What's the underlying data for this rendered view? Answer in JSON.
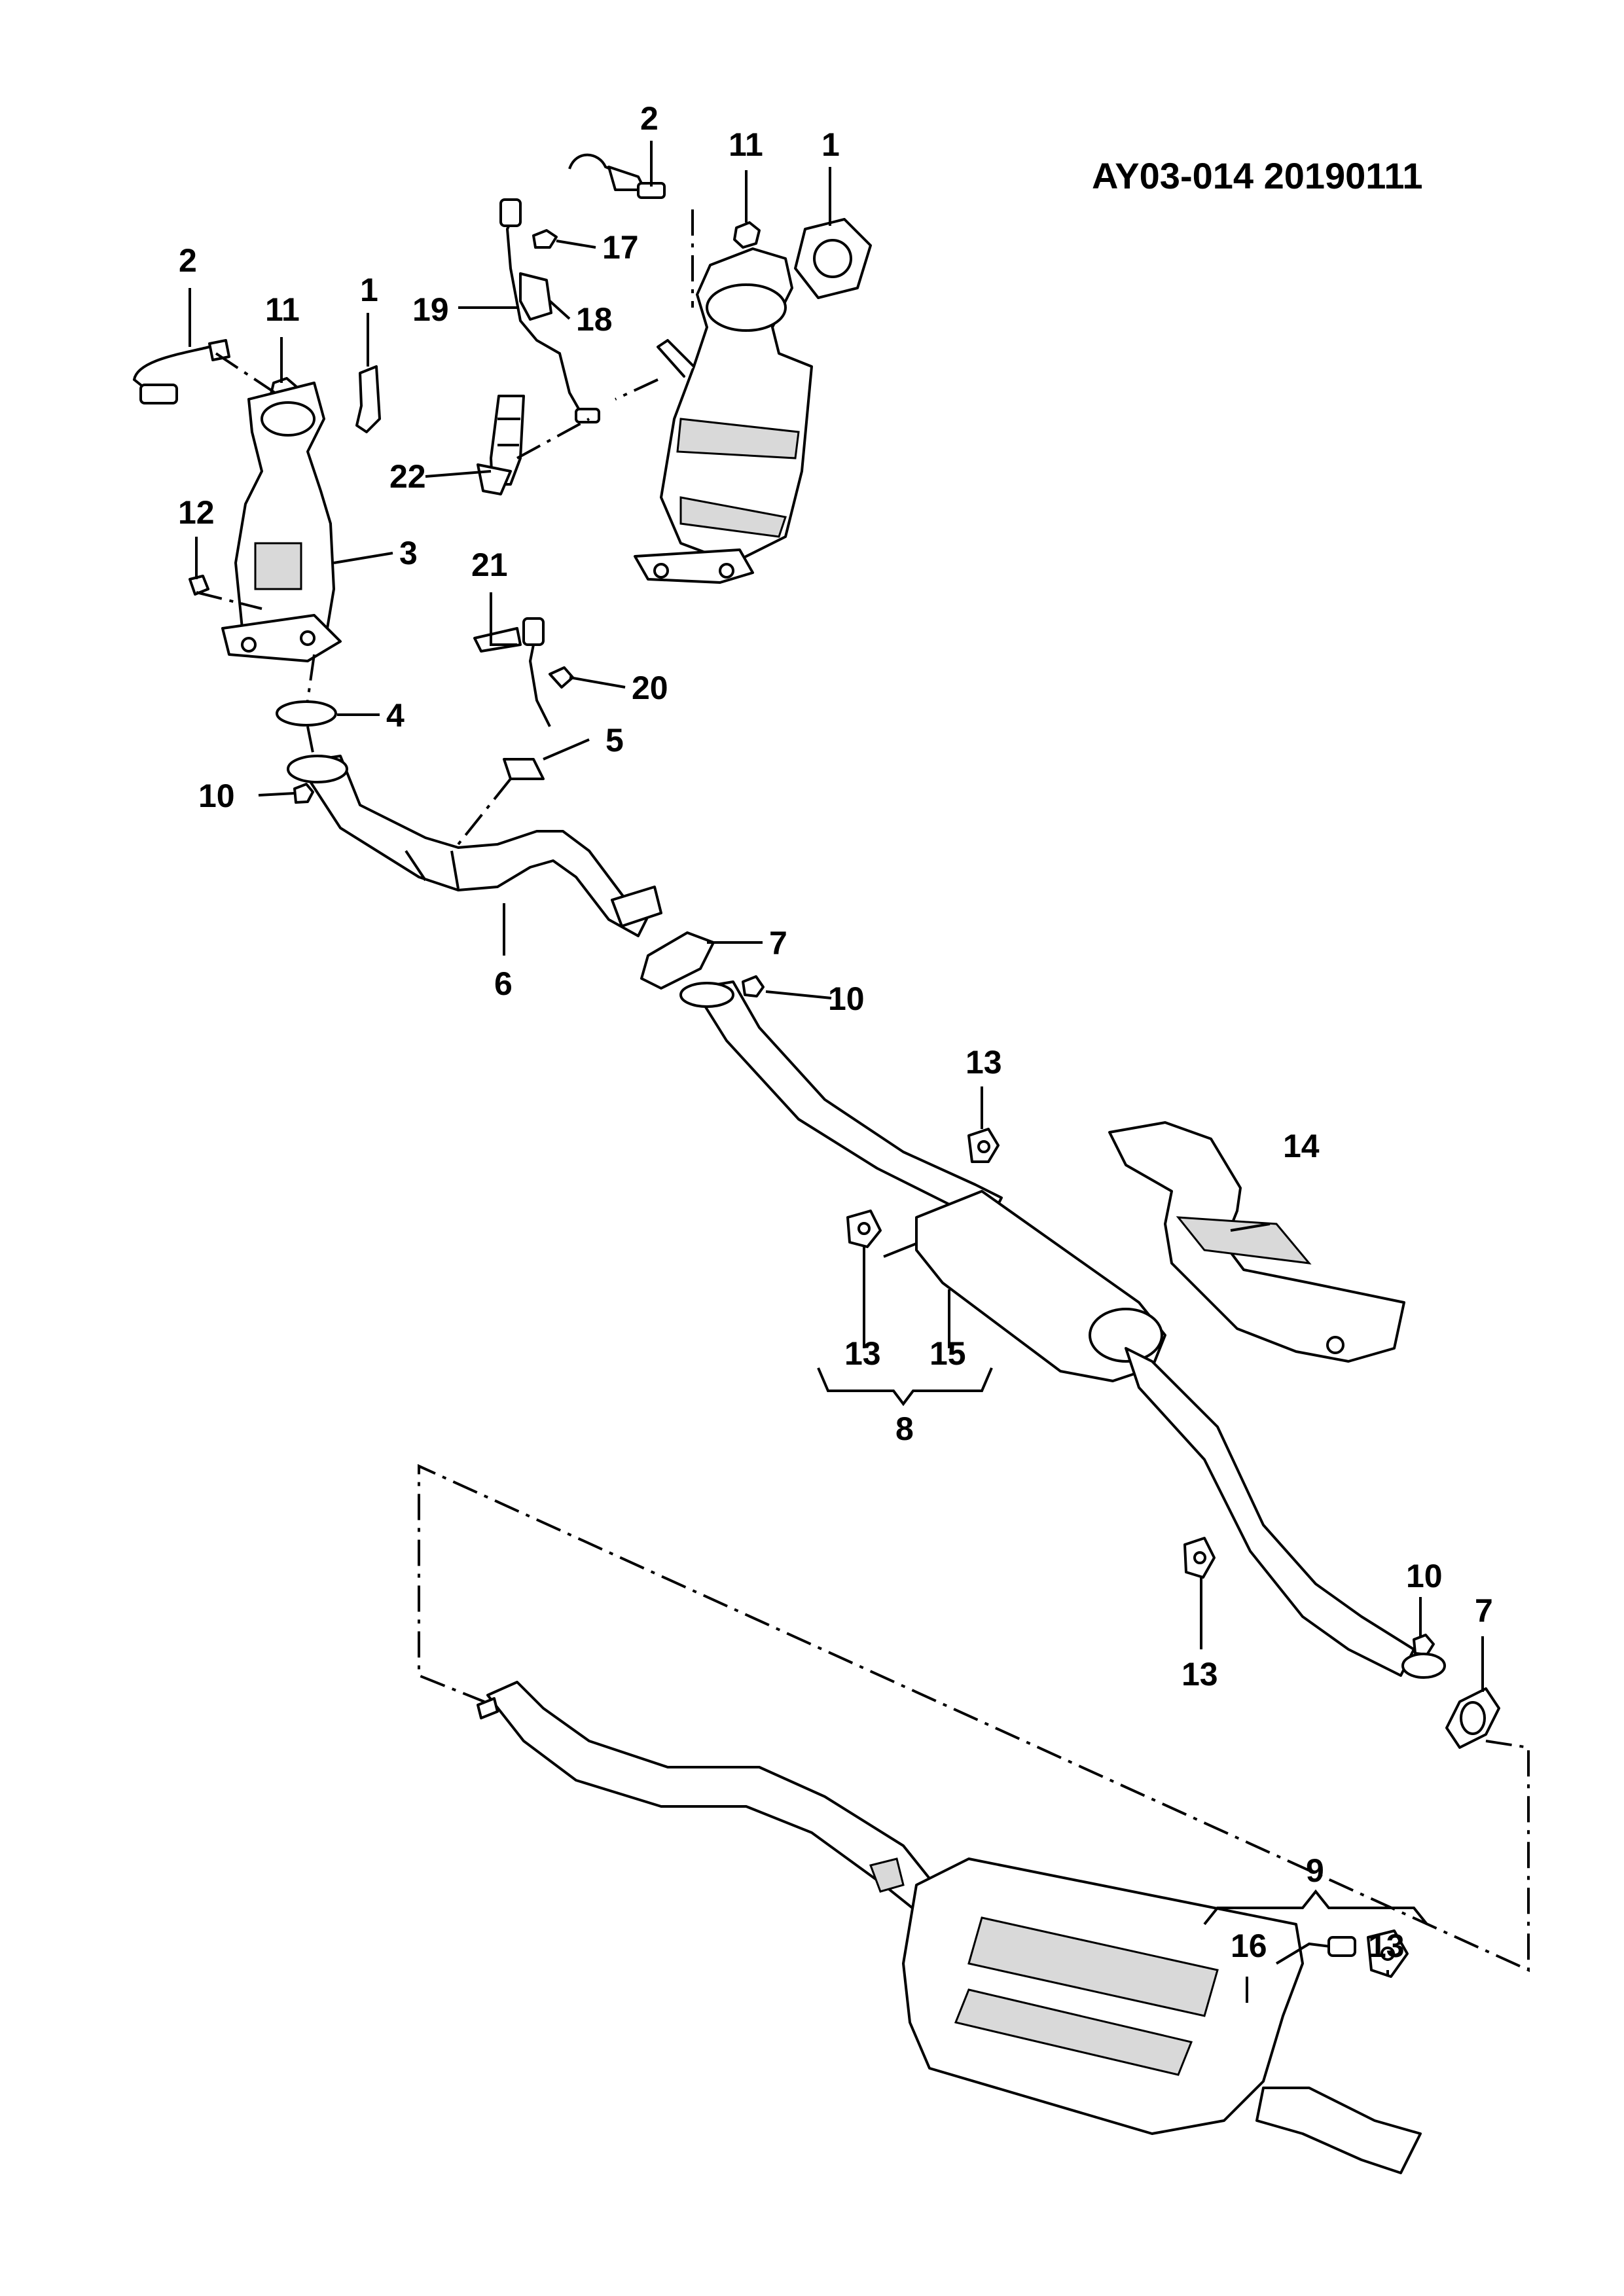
{
  "header": {
    "code": "AY03-014  20190111"
  },
  "callouts": [
    {
      "id": "c2a",
      "text": "2"
    },
    {
      "id": "c11a",
      "text": "11"
    },
    {
      "id": "c1a",
      "text": "1"
    },
    {
      "id": "c2b",
      "text": "2"
    },
    {
      "id": "c11b",
      "text": "11"
    },
    {
      "id": "c1b",
      "text": "1"
    },
    {
      "id": "c17",
      "text": "17"
    },
    {
      "id": "c19",
      "text": "19"
    },
    {
      "id": "c18",
      "text": "18"
    },
    {
      "id": "c22",
      "text": "22"
    },
    {
      "id": "c12",
      "text": "12"
    },
    {
      "id": "c3",
      "text": "3"
    },
    {
      "id": "c21",
      "text": "21"
    },
    {
      "id": "c20",
      "text": "20"
    },
    {
      "id": "c4",
      "text": "4"
    },
    {
      "id": "c5",
      "text": "5"
    },
    {
      "id": "c10a",
      "text": "10"
    },
    {
      "id": "c6",
      "text": "6"
    },
    {
      "id": "c7a",
      "text": "7"
    },
    {
      "id": "c10b",
      "text": "10"
    },
    {
      "id": "c13a",
      "text": "13"
    },
    {
      "id": "c14",
      "text": "14"
    },
    {
      "id": "c13b",
      "text": "13"
    },
    {
      "id": "c15",
      "text": "15"
    },
    {
      "id": "c8",
      "text": "8"
    },
    {
      "id": "c10c",
      "text": "10"
    },
    {
      "id": "c7b",
      "text": "7"
    },
    {
      "id": "c13c",
      "text": "13"
    },
    {
      "id": "c9",
      "text": "9"
    },
    {
      "id": "c16",
      "text": "16"
    },
    {
      "id": "c13d",
      "text": "13"
    }
  ]
}
